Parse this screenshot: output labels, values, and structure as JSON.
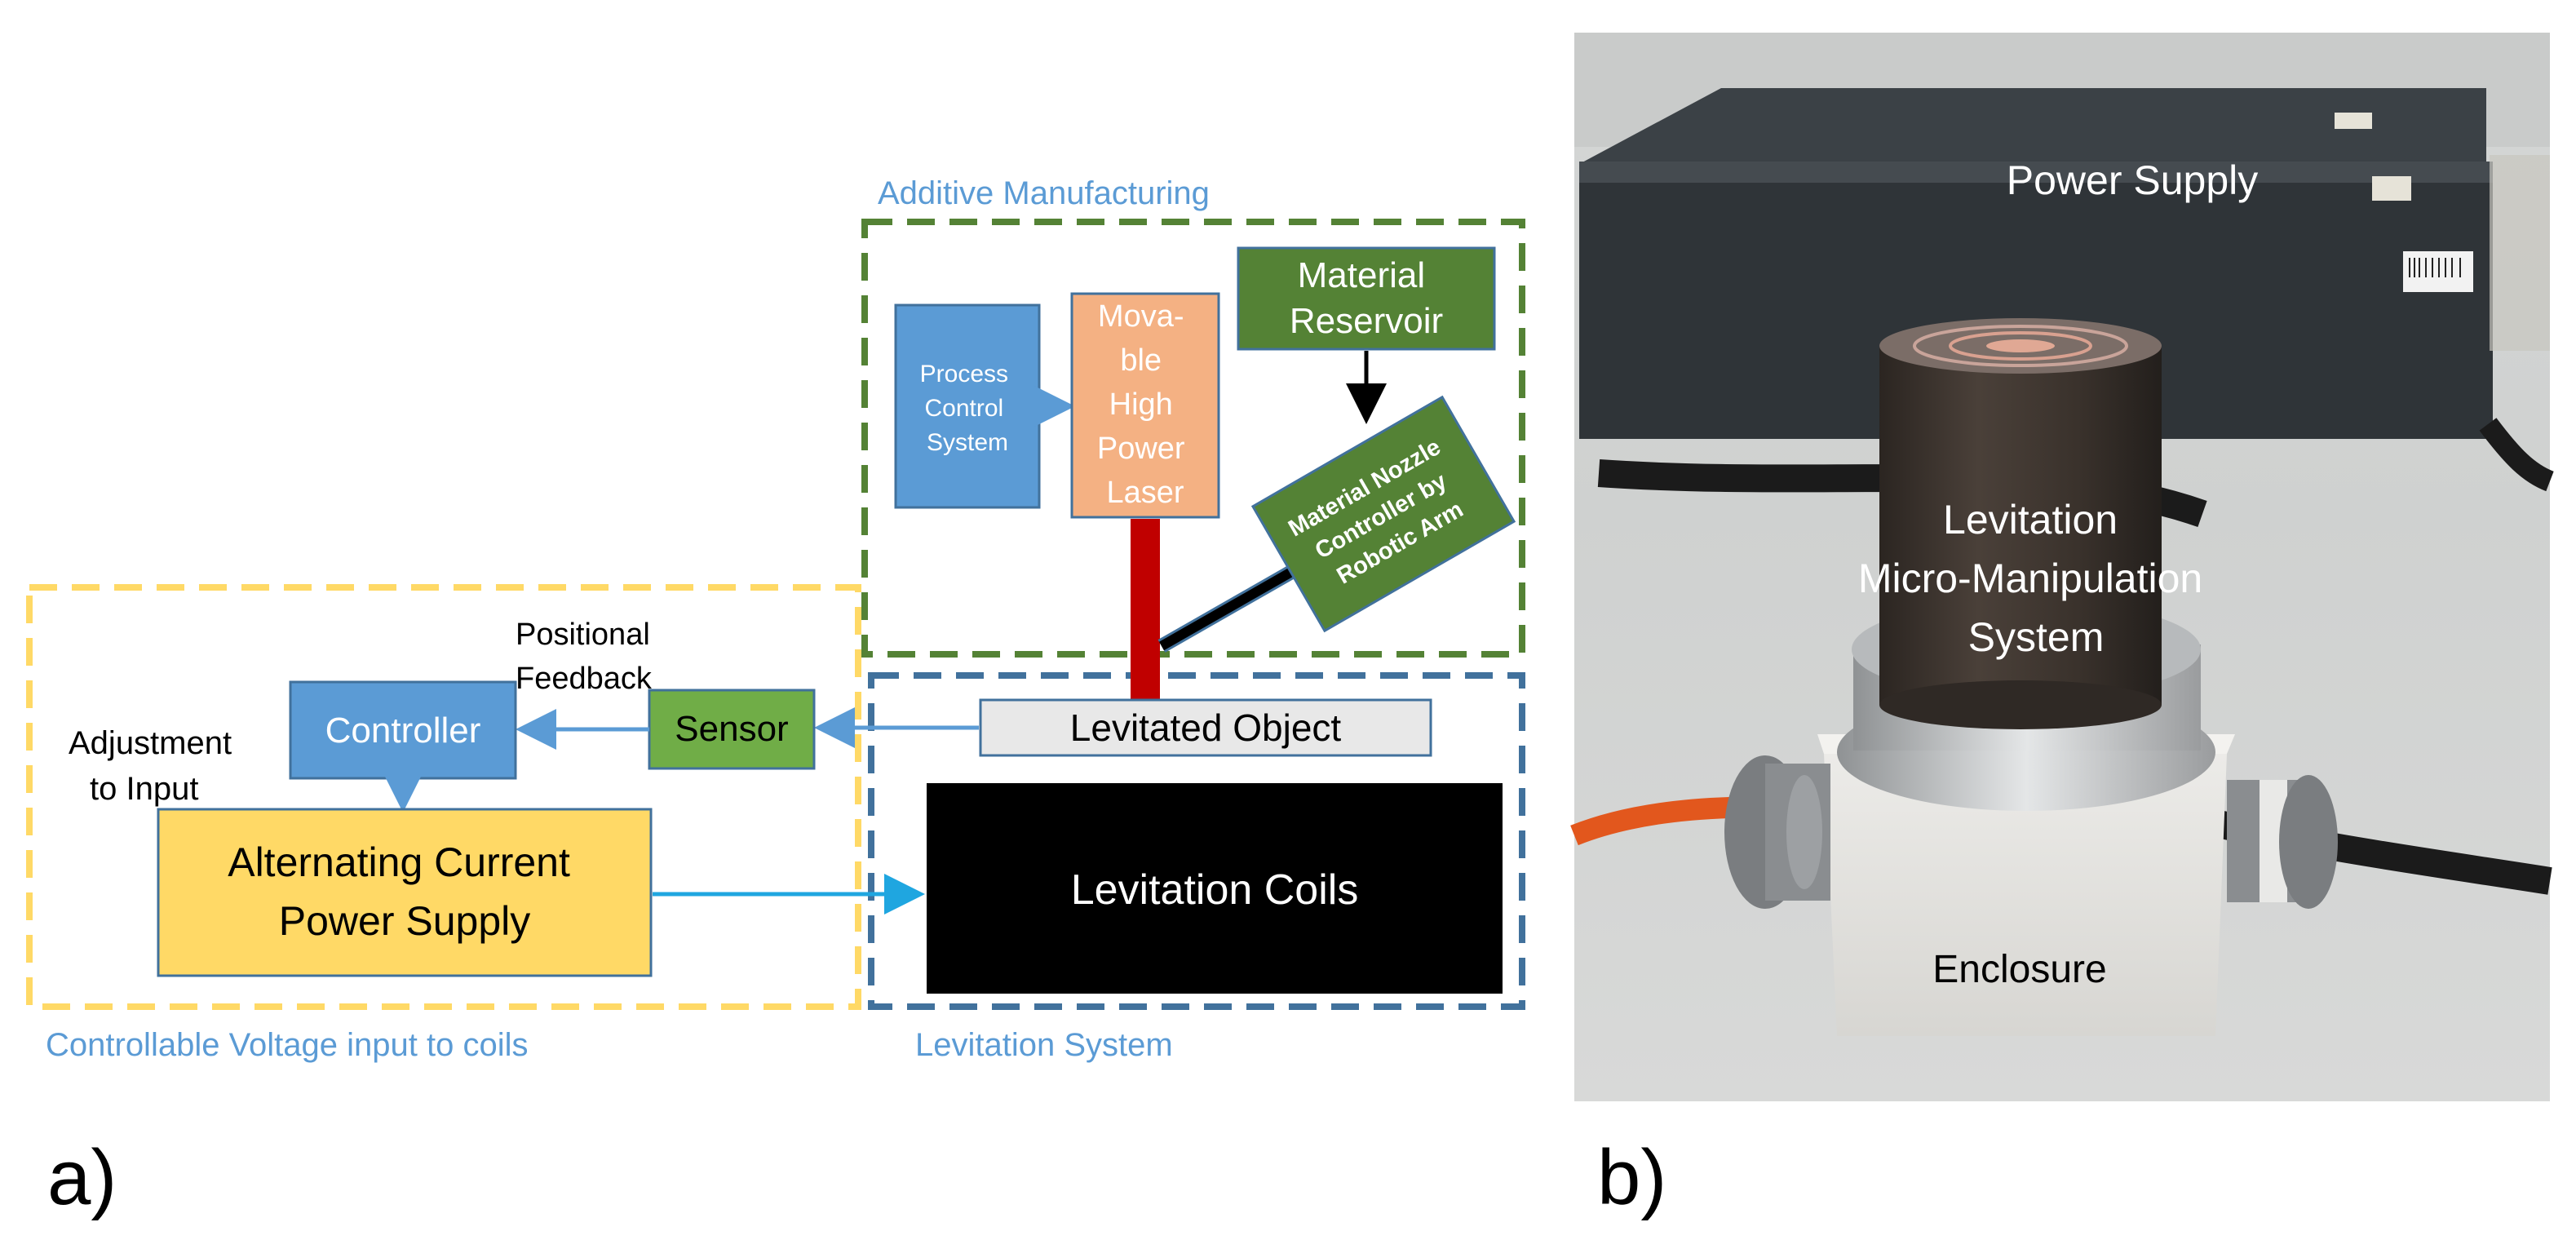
{
  "panel_a": {
    "label": "a)",
    "groups": {
      "additive": "Additive Manufacturing",
      "levitation": "Levitation System",
      "control": "Controllable Voltage input to coils"
    },
    "blocks": {
      "process_control": [
        "Process",
        "Control",
        "System"
      ],
      "laser": [
        "Mova-",
        "ble",
        "High",
        "Power",
        "Laser"
      ],
      "reservoir": [
        "Material",
        "Reservoir"
      ],
      "nozzle": [
        "Material Nozzle",
        "Controller by",
        "Robotic Arm"
      ],
      "levitated_object": "Levitated Object",
      "coils": "Levitation Coils",
      "sensor": "Sensor",
      "controller": "Controller",
      "power_supply": [
        "Alternating Current",
        "Power Supply"
      ]
    },
    "annotations": {
      "positional_feedback": [
        "Positional",
        "Feedback"
      ],
      "adjustment": [
        "Adjustment",
        "to Input"
      ]
    },
    "colors": {
      "blue_box": "#5b9bd5",
      "orange_box": "#f4b183",
      "green_box": "#548235",
      "yellow_box": "#ffd966",
      "laser_beam": "#c00000",
      "dashed_green": "#548235",
      "dashed_blue": "#41719c",
      "dashed_yellow": "#ffd966",
      "caption_blue": "#5b9bd5"
    }
  },
  "panel_b": {
    "label": "b)",
    "labels": {
      "power_supply": "Power Supply",
      "system": [
        "Levitation",
        "Micro-Manipulation",
        "System"
      ],
      "enclosure": "Enclosure"
    }
  }
}
